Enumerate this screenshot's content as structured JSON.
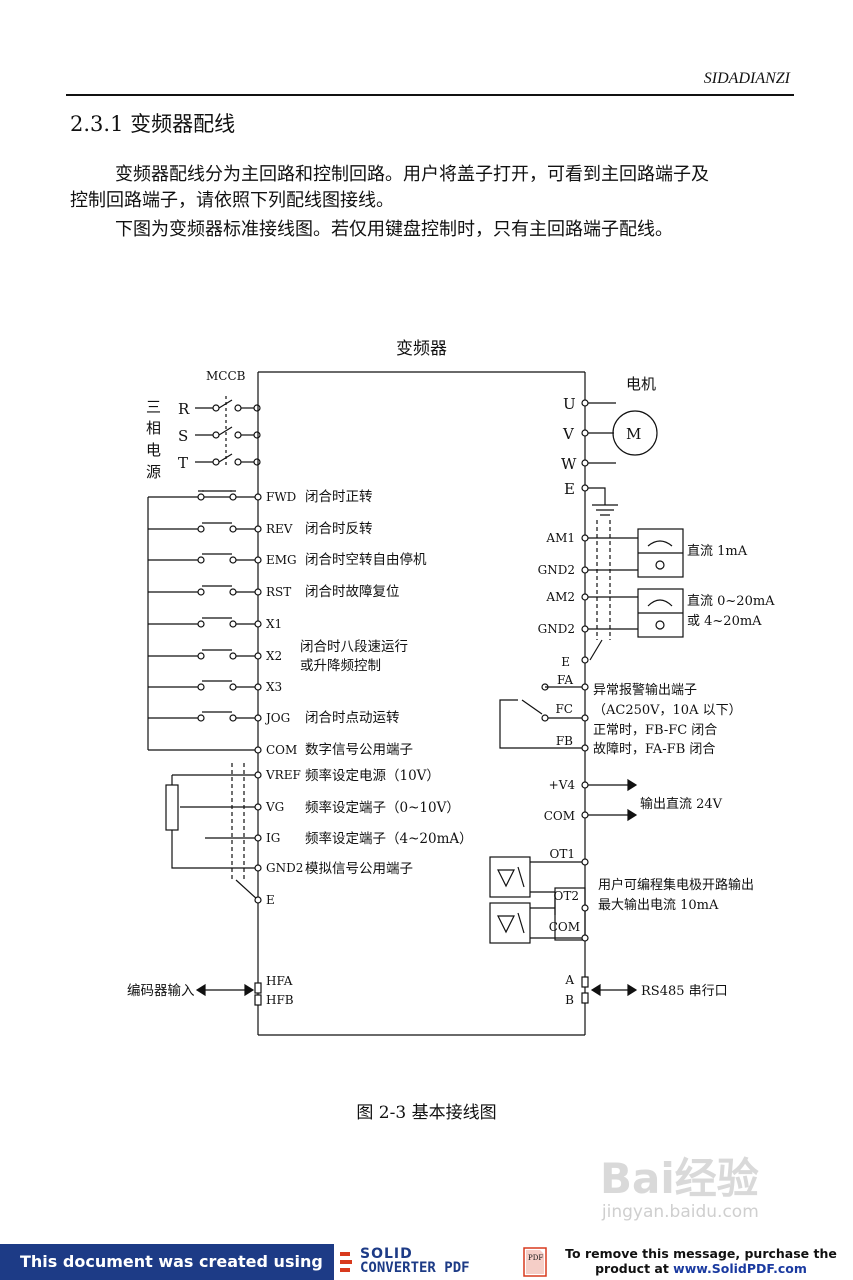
{
  "header": {
    "brand": "SIDADIANZI"
  },
  "section": {
    "number": "2.3.1",
    "title": "变频器配线"
  },
  "paragraphs": [
    "变频器配线分为主回路和控制回路。用户将盖子打开，可看到主回路端子及",
    "控制回路端子，请依照下列配线图接线。",
    "下图为变频器标准接线图。若仅用键盘控制时，只有主回路端子配线。"
  ],
  "diagram": {
    "title": "变频器",
    "mccb": "MCCB",
    "power_label": [
      "三",
      "相",
      "电",
      "源"
    ],
    "phases": [
      "R",
      "S",
      "T"
    ],
    "motor_label": "电机",
    "motor_symbol": "M",
    "outputs": [
      "U",
      "V",
      "W",
      "E"
    ],
    "digital_inputs": [
      {
        "code": "FWD",
        "desc": "闭合时正转"
      },
      {
        "code": "REV",
        "desc": "闭合时反转"
      },
      {
        "code": "EMG",
        "desc": "闭合时空转自由停机"
      },
      {
        "code": "RST",
        "desc": "闭合时故障复位"
      },
      {
        "code": "X1",
        "desc": ""
      },
      {
        "code": "X2",
        "desc": ""
      },
      {
        "code": "X3",
        "desc": ""
      },
      {
        "code": "JOG",
        "desc": "闭合时点动运转"
      },
      {
        "code": "COM",
        "desc": "数字信号公用端子"
      }
    ],
    "multi_speed_desc": [
      "闭合时八段速运行",
      "或升降频控制"
    ],
    "analog": [
      {
        "code": "VREF",
        "desc": "频率设定电源（10V）"
      },
      {
        "code": "VG",
        "desc": "频率设定端子（0~10V）"
      },
      {
        "code": "IG",
        "desc": "频率设定端子（4~20mA）"
      },
      {
        "code": "GND2",
        "desc": "模拟信号公用端子"
      },
      {
        "code": "E",
        "desc": ""
      }
    ],
    "encoder": {
      "label": "编码器输入",
      "terminals": [
        "HFA",
        "HFB"
      ]
    },
    "analog_out": {
      "terminals": [
        "AM1",
        "GND2",
        "AM2",
        "GND2",
        "E"
      ],
      "meter1": "直流 1mA",
      "meter2": [
        "直流 0~20mA",
        "或 4~20mA"
      ]
    },
    "relay": {
      "terminals": [
        "FA",
        "FC",
        "FB"
      ],
      "desc": [
        "异常报警输出端子",
        "（AC250V，10A 以下）",
        "正常时，FB-FC 闭合",
        "故障时，FA-FB 闭合"
      ]
    },
    "power_out": {
      "terminals": [
        "+V4",
        "COM"
      ],
      "desc": "输出直流 24V"
    },
    "oc_out": {
      "terminals": [
        "OT1",
        "OT2",
        "COM"
      ],
      "desc": [
        "用户可编程集电极开路输出",
        "最大输出电流 10mA"
      ]
    },
    "rs485": {
      "terminals": [
        "A",
        "B"
      ],
      "label": "RS485 串行口"
    }
  },
  "caption": "图 2-3 基本接线图",
  "watermark": {
    "text": "Bai经验",
    "url": "jingyan.baidu.com"
  },
  "banner": {
    "left": "This document was created using",
    "logo_top": "SOLID",
    "logo_bottom": "CONVERTER PDF",
    "right_line1": "To remove this message, purchase the",
    "right_prefix": "product at ",
    "right_link": "www.SolidPDF.com"
  },
  "colors": {
    "banner_blue": "#1d3b86",
    "link": "#1a3aa0",
    "logo_red": "#d83a1e"
  }
}
